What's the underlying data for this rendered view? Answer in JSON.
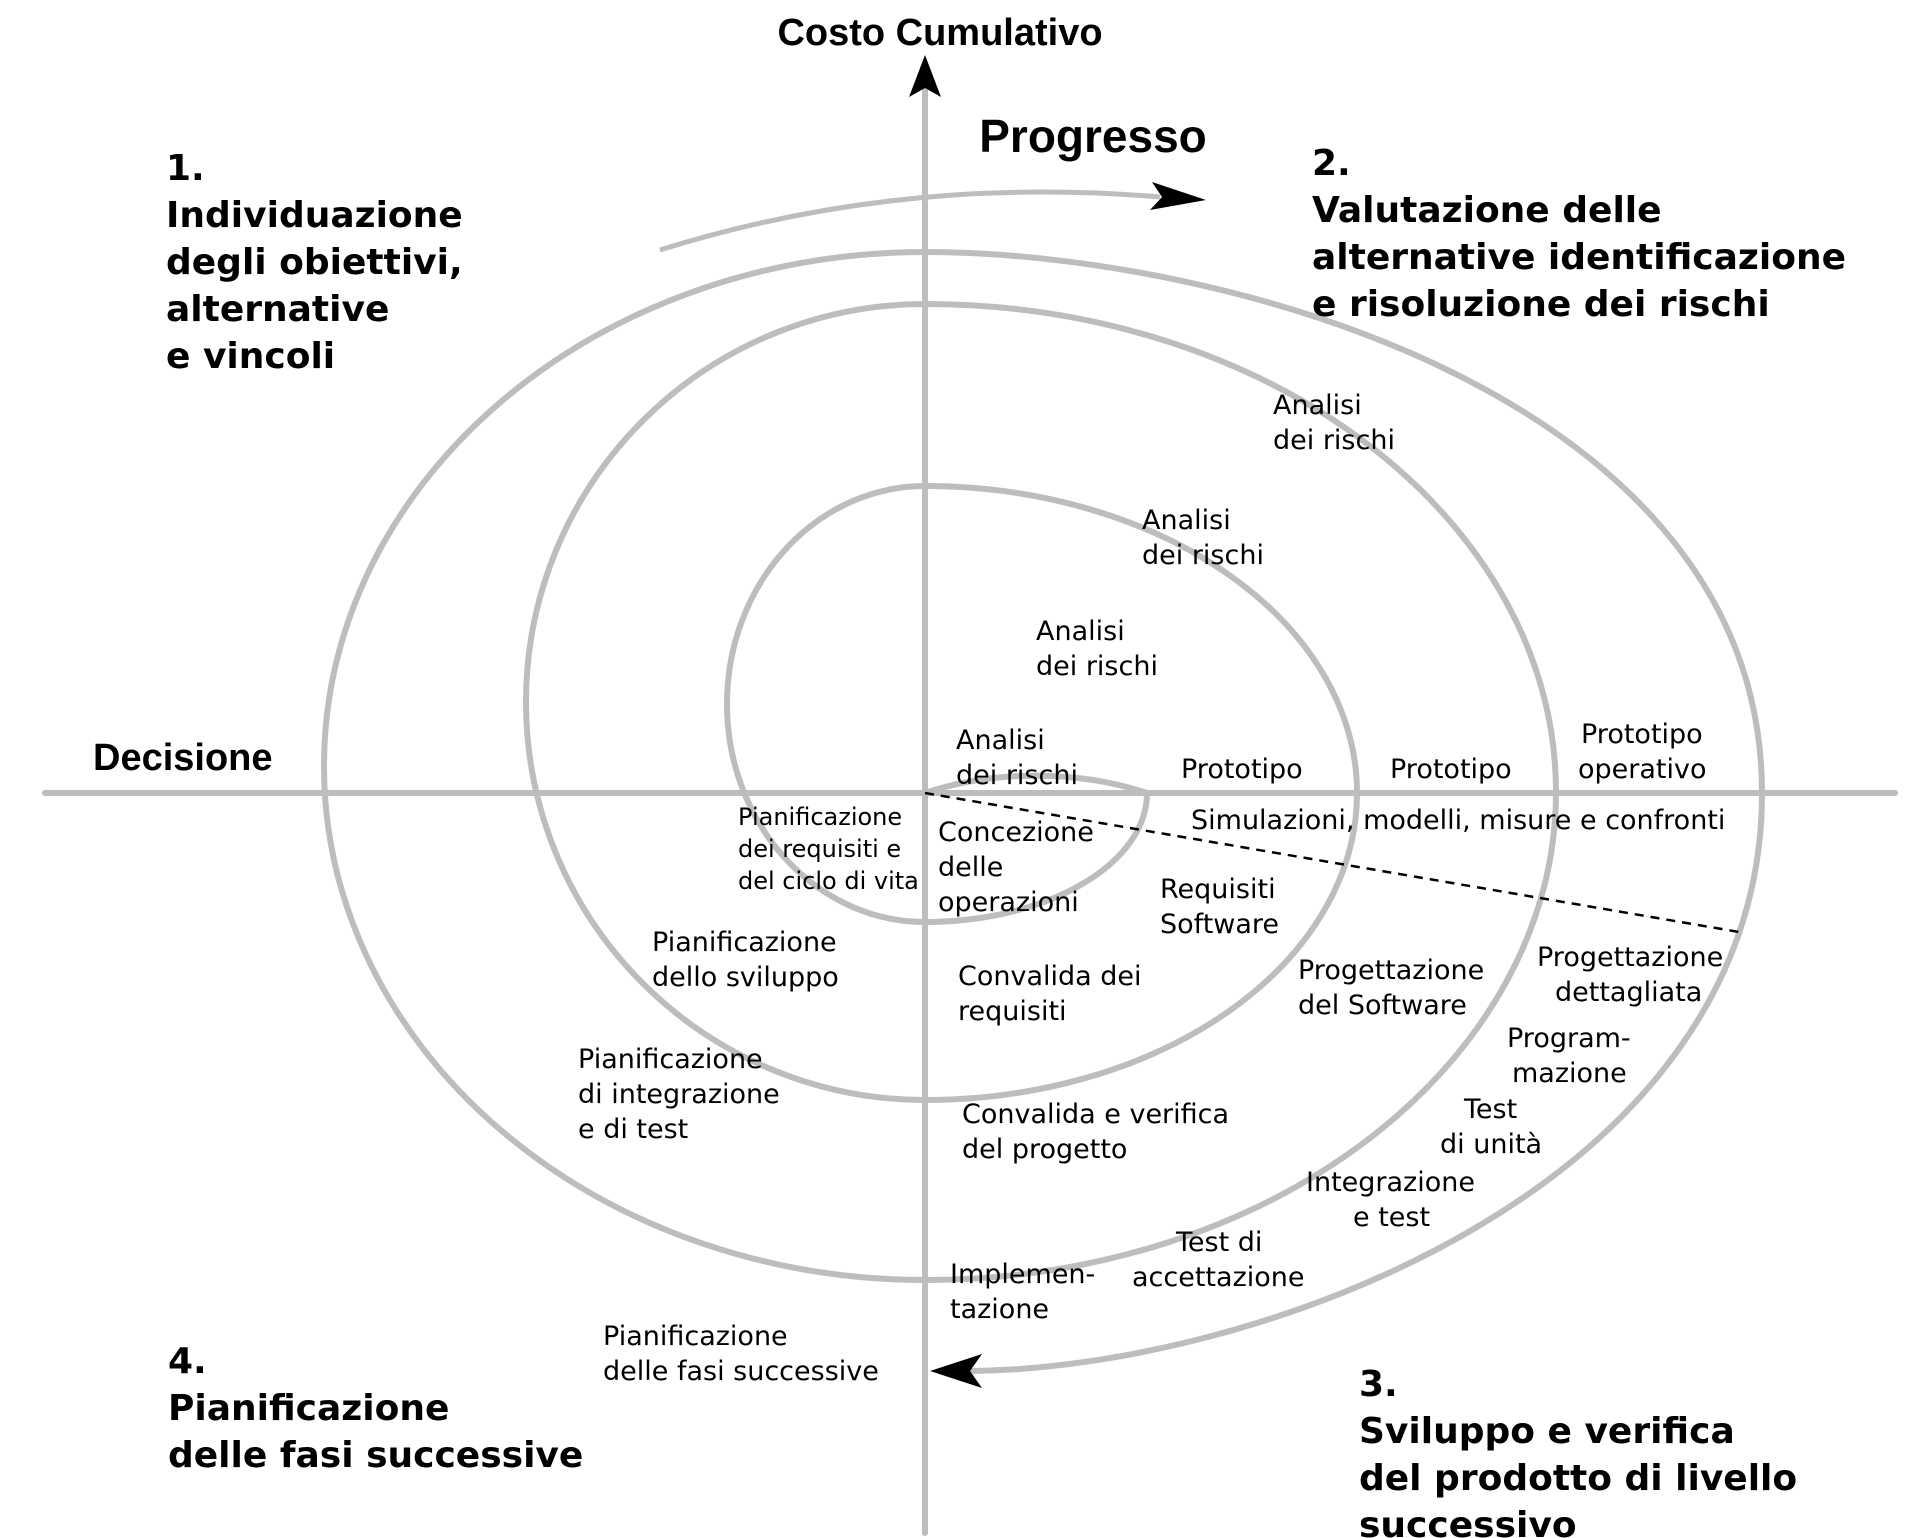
{
  "axes": {
    "vertical_title": "Costo Cumulativo",
    "horizontal_title": "Decisione",
    "progress_label": "Progresso"
  },
  "quadrants": {
    "q1": {
      "number": "1.",
      "lines": [
        "Individuazione",
        "degli obiettivi,",
        "alternative",
        "e vincoli"
      ]
    },
    "q2": {
      "number": "2.",
      "lines": [
        "Valutazione delle",
        "alternative identificazione",
        "e risoluzione dei rischi"
      ]
    },
    "q3": {
      "number": "3.",
      "lines": [
        "Sviluppo e verifica",
        "del prodotto di livello",
        "successivo"
      ]
    },
    "q4": {
      "number": "4.",
      "lines": [
        "Pianificazione",
        "delle fasi successive"
      ]
    }
  },
  "risk_analysis": [
    [
      "Analisi",
      "dei rischi"
    ],
    [
      "Analisi",
      "dei rischi"
    ],
    [
      "Analisi",
      "dei rischi"
    ],
    [
      "Analisi",
      "dei rischi"
    ]
  ],
  "prototypes": [
    [
      "Prototipo"
    ],
    [
      "Prototipo"
    ],
    [
      "Prototipo",
      "operativo"
    ]
  ],
  "simulations": "Simulazioni, modelli, misure e confronti",
  "development": {
    "concept": [
      "Concezione",
      "delle",
      "operazioni"
    ],
    "sw_requirements": [
      "Requisiti",
      "Software"
    ],
    "req_validation": [
      "Convalida dei",
      "requisiti"
    ],
    "sw_design": [
      "Progettazione",
      "del Software"
    ],
    "design_validation": [
      "Convalida e verifica",
      "del progetto"
    ],
    "detailed_design": [
      "Progettazione",
      "dettagliata"
    ],
    "coding": [
      "Program-",
      "mazione"
    ],
    "unit_test": [
      "Test",
      "di unità"
    ],
    "integration": [
      "Integrazione",
      "e test"
    ],
    "acceptance": [
      "Test di",
      "accettazione"
    ],
    "implementation": [
      "Implemen-",
      "tazione"
    ]
  },
  "planning": {
    "requirements_plan": [
      "Pianificazione",
      "dei requisiti e",
      "del ciclo di vita"
    ],
    "development_plan": [
      "Pianificazione",
      "dello sviluppo"
    ],
    "integration_plan": [
      "Pianificazione",
      "di integrazione",
      "e di test"
    ],
    "next_phases_plan": [
      "Pianificazione",
      "delle fasi successive"
    ]
  }
}
